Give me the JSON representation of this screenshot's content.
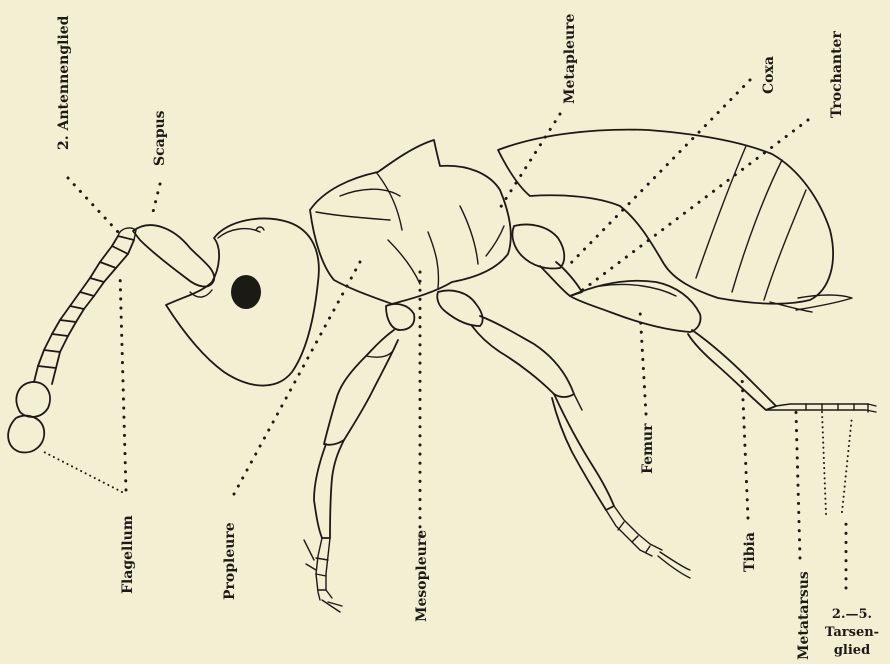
{
  "labels": {
    "antennenglied": "2. Antennenglied",
    "scapus": "Scapus",
    "metapleure": "Metapleure",
    "coxa": "Coxa",
    "trochanter": "Trochanter",
    "flagellum": "Flagellum",
    "propleure": "Propleure",
    "mesopleure": "Mesopleure",
    "femur": "Femur",
    "tibia": "Tibia",
    "metatarsus": "Metatarsus",
    "tarsenglied_line1": "2.—5.",
    "tarsenglied_line2": "Tarsen-",
    "tarsenglied_line3": "glied"
  },
  "colors": {
    "paper": "#f3efd2",
    "ink": "#1c1a14"
  }
}
